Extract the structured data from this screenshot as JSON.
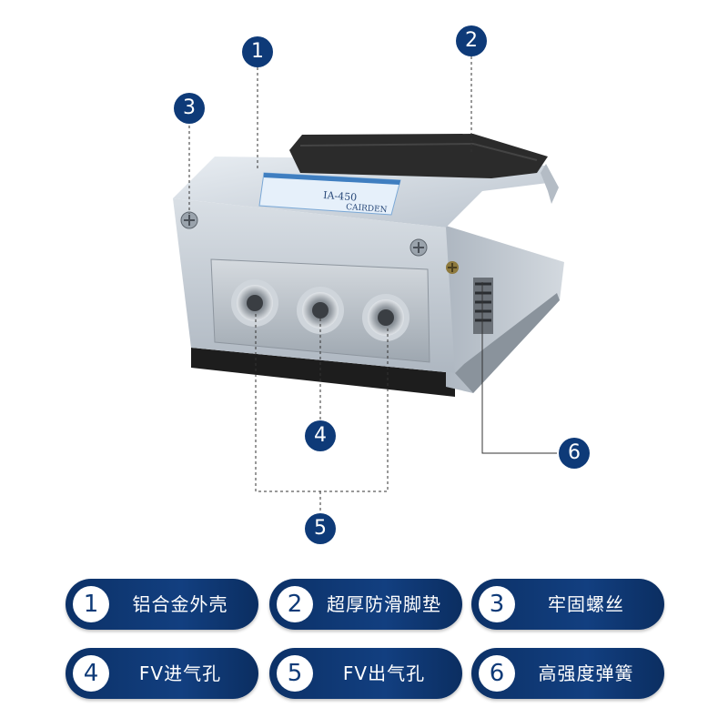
{
  "callouts": [
    "1",
    "2",
    "3",
    "4",
    "5",
    "6"
  ],
  "product_label": {
    "line1": "IA-450",
    "line2": "CAIRDEN"
  },
  "legend": [
    {
      "num": "1",
      "text": "铝合金外壳"
    },
    {
      "num": "2",
      "text": "超厚防滑脚垫"
    },
    {
      "num": "3",
      "text": "牢固螺丝"
    },
    {
      "num": "4",
      "text": "FV进气孔"
    },
    {
      "num": "5",
      "text": "FV出气孔"
    },
    {
      "num": "6",
      "text": "高强度弹簧"
    }
  ],
  "colors": {
    "accent": "#0e3a78",
    "aluminum": "#c9d0d8",
    "pad": "#2a2a2a",
    "label": "#e7f1fb"
  }
}
